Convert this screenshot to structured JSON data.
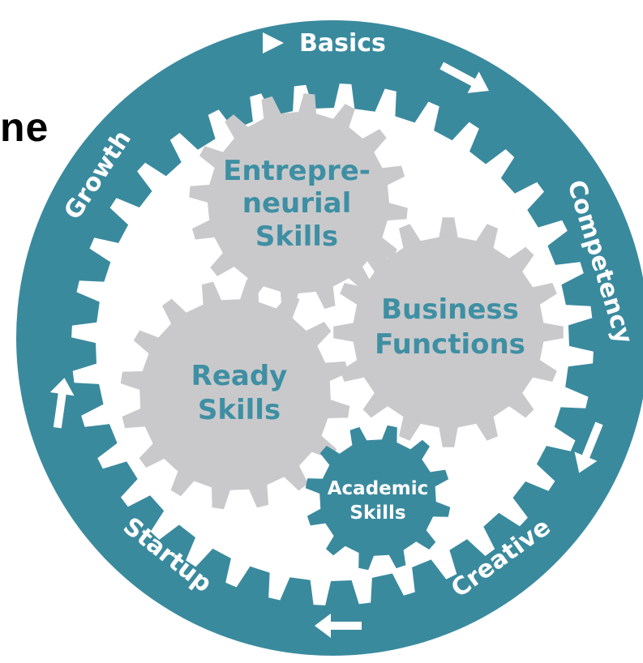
{
  "heading_fragment": "ne",
  "ring": {
    "stages": [
      "Basics",
      "Competency",
      "Creative",
      "Startup",
      "Growth"
    ]
  },
  "gears": {
    "entrepreneurial": [
      "Entrepre-",
      "neurial",
      "Skills"
    ],
    "business": [
      "Business",
      "Functions"
    ],
    "ready": [
      "Ready",
      "Skills"
    ],
    "academic": [
      "Academic",
      "Skills"
    ]
  },
  "colors": {
    "ring": "#3a8a9e",
    "gear_fill": "#c9c9cb",
    "gear_text": "#3e8fa3",
    "academic_fill": "#3a8a9e",
    "background": "#ffffff",
    "label": "#ffffff"
  },
  "icons": [
    "play-triangle-icon",
    "arrow-icon"
  ]
}
